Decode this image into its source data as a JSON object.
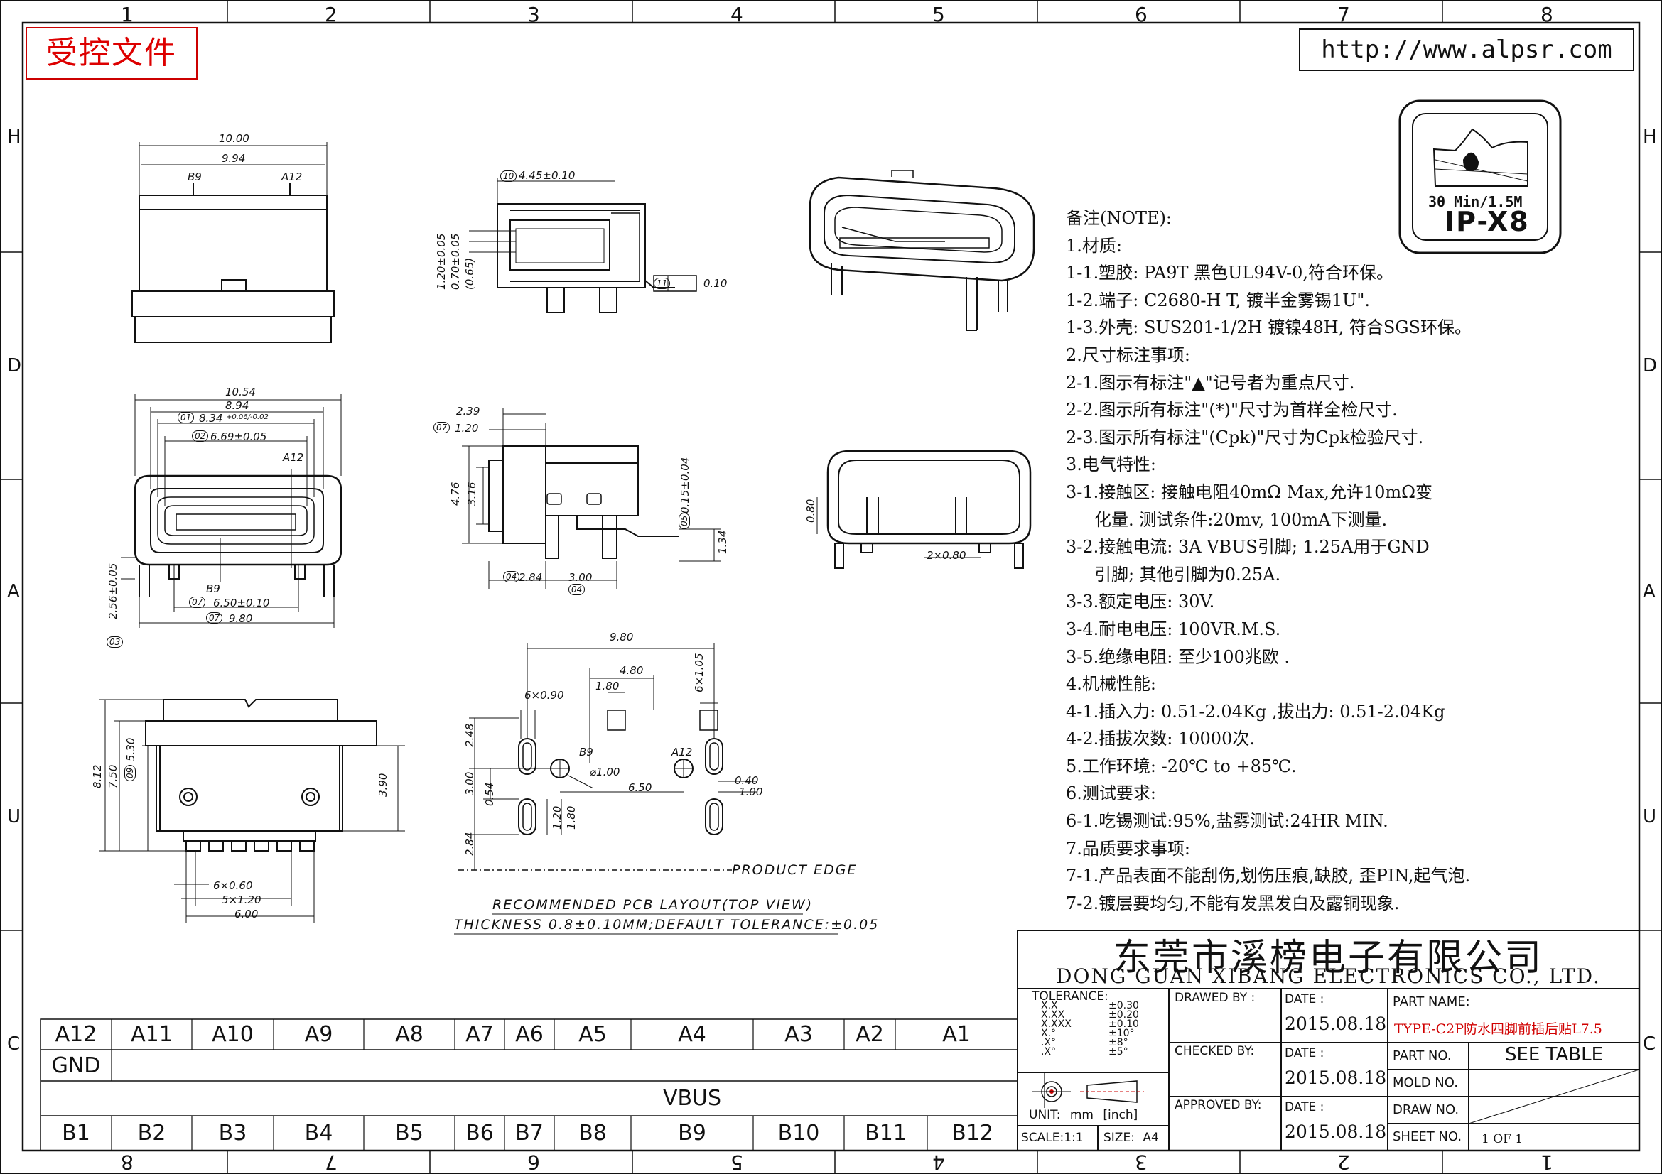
{
  "frame": {
    "top_columns": [
      "1",
      "2",
      "3",
      "4",
      "5",
      "6",
      "7",
      "8"
    ],
    "bottom_columns": [
      "8",
      "7",
      "6",
      "5",
      "4",
      "3",
      "2",
      "1"
    ],
    "rows_left": [
      "H",
      "D",
      "A",
      "U",
      "C"
    ],
    "rows_right": [
      "H",
      "D",
      "A",
      "U",
      "C"
    ]
  },
  "stamp_label": "受控文件",
  "website": "http://www.alpsr.com",
  "ip_badge": {
    "line1": "30 Min/1.5M",
    "line2": "IP-X8"
  },
  "top_view_dims": {
    "w10": "10.00",
    "w994": "9.94",
    "b9": "B9",
    "a12": "A12"
  },
  "side_view_dims": {
    "d445": "4.45±0.10",
    "t010": "0.10",
    "h120": "1.20±0.05",
    "h070": "0.70±0.05",
    "h065": "(0.65)",
    "n10": "10",
    "n11": "11"
  },
  "front_view_dims": {
    "w1054": "10.54",
    "w894": "8.94",
    "w834": "8.34",
    "tol834": "+0.06/-0.02",
    "w669": "6.69±0.05",
    "a12": "A12",
    "b9": "B9",
    "w650": "6.50±0.10",
    "w980": "9.80",
    "h256": "2.56±0.05",
    "n01": "01",
    "n02": "02",
    "n03": "03",
    "n07": "07"
  },
  "profile_view_dims": {
    "d239": "2.39",
    "d120": "1.20",
    "h476": "4.76",
    "h316": "3.16",
    "d015": "0.15±0.04",
    "d134": "1.34",
    "d284": "2.84",
    "d300": "3.00",
    "n04": "04",
    "n05": "05",
    "n07": "07"
  },
  "end_view_dims": {
    "d080": "0.80",
    "d2x080": "2×0.80"
  },
  "rear_view_dims": {
    "h812": "8.12",
    "h750": "7.50",
    "h530": "5.30",
    "h390": "3.90",
    "w6x060": "6×0.60",
    "w5x120": "5×1.20",
    "w600": "6.00",
    "n09": "09"
  },
  "pcb_layout": {
    "w980": "9.80",
    "w480": "4.80",
    "w6x090": "6×0.90",
    "w180": "1.80",
    "h6x105": "6×1.05",
    "h248": "2.48",
    "b9": "B9",
    "a12": "A12",
    "dia100": "⌀1.00",
    "h300": "3.00",
    "h054": "0.54",
    "w650": "6.50",
    "d040": "0.40",
    "d100": "1.00",
    "h120": "1.20",
    "h180": "1.80",
    "h284": "2.84",
    "edge": "PRODUCT EDGE",
    "caption1": "RECOMMENDED PCB LAYOUT(TOP VIEW)",
    "caption2": "THICKNESS 0.8±0.10MM;DEFAULT TOLERANCE:±0.05"
  },
  "notes": [
    "备注(NOTE):",
    "1.材质:",
    "1-1.塑胶: PA9T 黑色UL94V-0,符合环保。",
    "1-2.端子: C2680-H T, 镀半金雾锡1U\".",
    "1-3.外壳: SUS201-1/2H 镀镍48H, 符合SGS环保。",
    "2.尺寸标注事项:",
    "2-1.图示有标注\"▲\"记号者为重点尺寸.",
    "2-2.图示所有标注\"(*)\"尺寸为首样全检尺寸.",
    "2-3.图示所有标注\"(Cpk)\"尺寸为Cpk检验尺寸.",
    "3.电气特性:",
    "3-1.接触区: 接触电阻40mΩ Max,允许10mΩ变",
    "化量. 测试条件:20mv, 100mA下测量.",
    "3-2.接触电流: 3A VBUS引脚; 1.25A用于GND",
    "引脚; 其他引脚为0.25A.",
    "3-3.额定电压: 30V.",
    "3-4.耐电电压: 100VR.M.S.",
    "3-5.绝缘电阻: 至少100兆欧 .",
    "4.机械性能:",
    "4-1.插入力: 0.51-2.04Kg ,拔出力: 0.51-2.04Kg",
    "4-2.插拔次数: 10000次.",
    "5.工作环境: -20℃ to +85℃.",
    "6.测试要求:",
    "6-1.吃锡测试:95%,盐雾测试:24HR MIN.",
    "7.品质要求事项:",
    "7-1.产品表面不能刮伤,划伤压痕,缺胶, 歪PIN,起气泡.",
    "7-2.镀层要均匀,不能有发黑发白及露铜现象."
  ],
  "pin_table": {
    "top": [
      "A12",
      "A11",
      "A10",
      "A9",
      "A8",
      "A7",
      "A6",
      "A5",
      "A4",
      "A3",
      "A2",
      "A1"
    ],
    "gnd": "GND",
    "vbus": "VBUS",
    "bottom": [
      "B1",
      "B2",
      "B3",
      "B4",
      "B5",
      "B6",
      "B7",
      "B8",
      "B9",
      "B10",
      "B11",
      "B12"
    ]
  },
  "title_block": {
    "company_cn": "东莞市溪榜电子有限公司",
    "company_en": "DONG GUAN XIBANG ELECTRONICS CO., LTD.",
    "tolerance_label": "TOLERANCE:",
    "tol_rows": [
      [
        "X.X",
        "±0.30"
      ],
      [
        "X.XX",
        "±0.20"
      ],
      [
        "X.XXX",
        "±0.10"
      ],
      [
        "X.°",
        "±10°"
      ],
      [
        ".X°",
        "±8°"
      ],
      [
        ".X°",
        "±5°"
      ]
    ],
    "unit_label": "UNIT:",
    "unit_value": "mm",
    "unit_alt": "[inch]",
    "scale_label": "SCALE:",
    "scale_value": "1:1",
    "size_label": "SIZE:",
    "size_value": "A4",
    "drawn_by": "DRAWED BY :",
    "checked_by": "CHECKED BY:",
    "approved_by": "APPROVED BY:",
    "date_label": "DATE :",
    "date1": "2015.08.18",
    "date2": "2015.08.18",
    "date3": "2015.08.18",
    "part_name_label": "PART NAME:",
    "part_name": "TYPE-C2P防水四脚前插后贴L7.5",
    "part_no_label": "PART NO.",
    "part_no": "SEE TABLE",
    "mold_no_label": "MOLD NO.",
    "draw_no_label": "DRAW NO.",
    "sheet_no_label": "SHEET NO.",
    "sheet_value": "1 OF 1"
  },
  "colors": {
    "stamp": "#d00000",
    "part_name": "#d00000",
    "line": "#111111"
  }
}
